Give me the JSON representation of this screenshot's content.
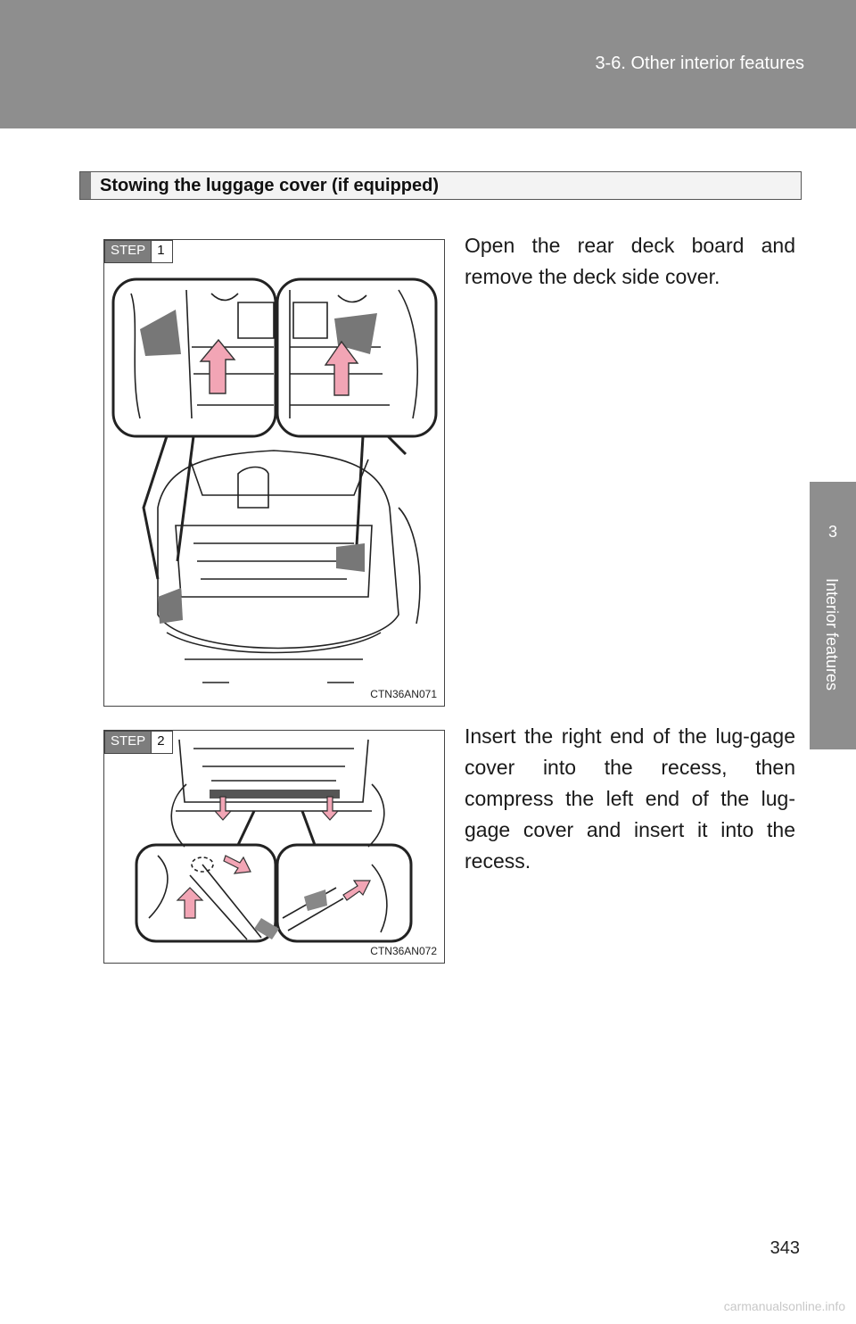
{
  "header": {
    "title": "3-6. Other interior features"
  },
  "side_tab": {
    "number": "3",
    "label": "Interior features"
  },
  "section": {
    "title": "Stowing the luggage cover (if equipped)"
  },
  "steps": [
    {
      "step_label": "STEP",
      "step_number": "1",
      "figure_code": "CTN36AN071",
      "text": "Open the rear deck board and remove the deck side cover."
    },
    {
      "step_label": "STEP",
      "step_number": "2",
      "figure_code": "CTN36AN072",
      "text": "Insert the right end of the lug-gage cover into the recess, then compress the left end of the lug-gage cover and insert it into the recess."
    }
  ],
  "page_number": "343",
  "footer": {
    "watermark": "carmanualsonline.info"
  },
  "colors": {
    "header_bg": "#8e8e8e",
    "arrow_pink": "#f2a5b5",
    "step_badge": "#7d7d7d"
  }
}
